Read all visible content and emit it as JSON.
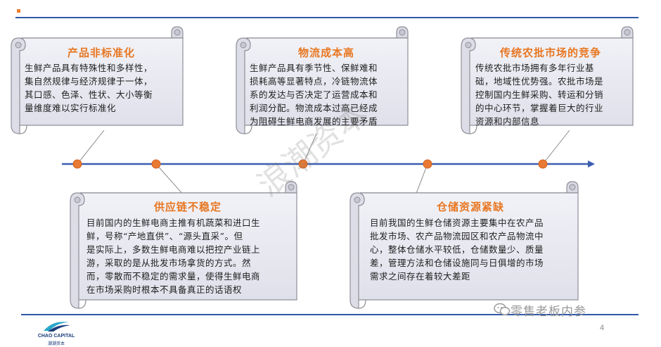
{
  "cards": [
    {
      "title": "产品非标准化",
      "lines": [
        "生鲜产品具有特殊性和多样性，",
        "集自然规律与经济规律于一体，",
        "其口感、色泽、性状、大小等衡",
        "量维度难以实行标准化"
      ]
    },
    {
      "title": "物流成本高",
      "lines": [
        "生鲜产品具有季节性、保鲜难和",
        "损耗高等显著特点，冷链物流体",
        "系的发达与否决定了运营成本和",
        "利润分配。物流成本过高已经成",
        "为阻碍生鲜电商发展的主要矛盾"
      ]
    },
    {
      "title": "传统农批市场的竞争",
      "lines": [
        "传统农批市场拥有多年行业基",
        "础，地域性优势强。农批市场是",
        "控制国内生鲜采购、转运和分销",
        "的中心环节，掌握着巨大的行业",
        "资源和内部信息"
      ]
    },
    {
      "title": "供应链不稳定",
      "lines": [
        "目前国内的生鲜电商主推有机蔬菜和进口生",
        "鲜，号称“产地直供”、“源头直采”。但",
        "是实际上，多数生鲜电商难以把控产业链上",
        "游，采取的是从批发市场拿货的方式。然",
        "而，零散而不稳定的需求量，使得生鲜电商",
        "在市场采购时根本不具备真正的话语权"
      ]
    },
    {
      "title": "仓储资源紧缺",
      "lines": [
        "目前我国的生鲜仓储资源主要集中在农产品",
        "批发市场、农产品物流园区和农产品物流中",
        "心，整体仓储水平较低，仓储数量少、质量",
        "差，管理方法和仓储设施同与日俱增的市场",
        "需求之间存在着较大差距"
      ]
    }
  ],
  "logo": {
    "en": "CHAO CAPITAL",
    "cn": "潮潮资本"
  },
  "footer": {
    "wechat": "零售老板内参",
    "page_number": "4"
  },
  "watermark": "浪潮资本",
  "colors": {
    "accent": "#e87722",
    "rule": "#2f58a8",
    "timeline": "#3a5fb0",
    "card_fill": "#e9eaf2"
  }
}
